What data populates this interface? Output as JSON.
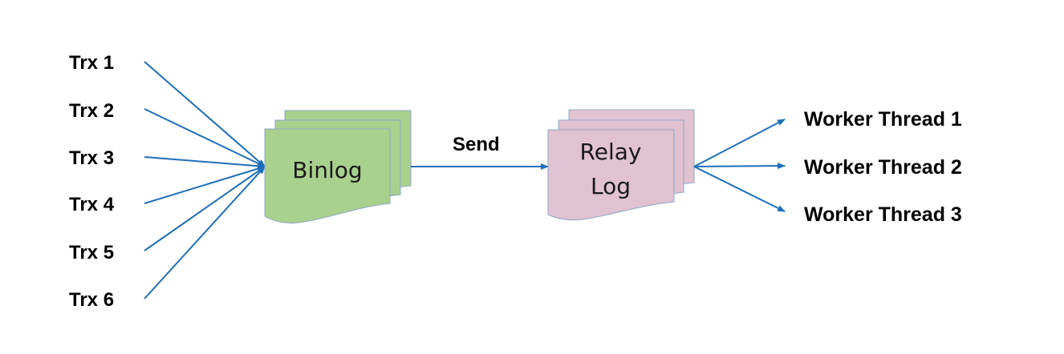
{
  "transactions": [
    "Trx 1",
    "Trx 2",
    "Trx 3",
    "Trx 4",
    "Trx 5",
    "Trx 6"
  ],
  "binlog": {
    "label": "Binlog",
    "color": "#a9d18e"
  },
  "send": {
    "label": "Send"
  },
  "relay_log": {
    "label_line1": "Relay",
    "label_line2": "Log",
    "color": "#e0c2d0"
  },
  "workers": [
    "Worker Thread 1",
    "Worker Thread 2",
    "Worker Thread 3"
  ],
  "colors": {
    "arrow": "#1f6fba",
    "doc_border": "#8fa8c8"
  }
}
